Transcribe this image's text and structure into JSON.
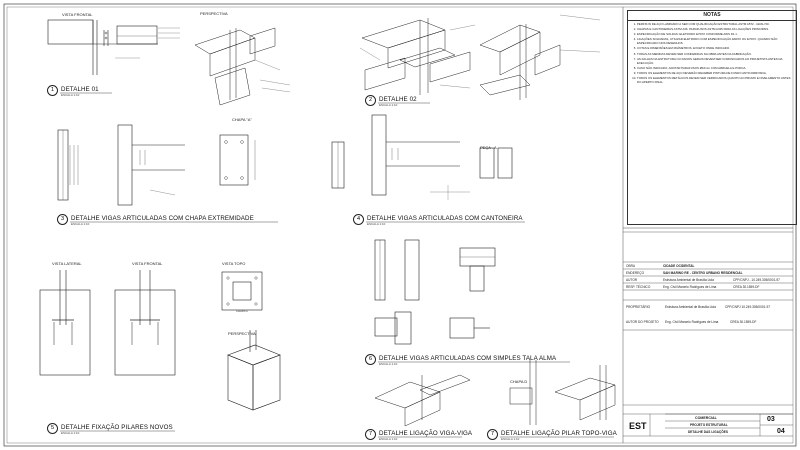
{
  "details": [
    {
      "num": "1",
      "title": "DETALHE 01",
      "scale": "ESCALA 1:10"
    },
    {
      "num": "2",
      "title": "DETALHE 02",
      "scale": "ESCALA 1:10"
    },
    {
      "num": "3",
      "title": "DETALHE VIGAS ARTICULADAS COM CHAPA EXTREMIDADE",
      "scale": "ESCALA 1:10"
    },
    {
      "num": "4",
      "title": "DETALHE VIGAS ARTICULADAS COM CANTONEIRA",
      "scale": "ESCALA 1:10"
    },
    {
      "num": "5",
      "title": "DETALHE FIXAÇÃO PILARES NOVOS",
      "scale": "ESCALA 1:10"
    },
    {
      "num": "6",
      "title": "DETALHE VIGAS ARTICULADAS COM SIMPLES TALA ALMA",
      "scale": "ESCALA 1:10"
    },
    {
      "num": "7",
      "title": "DETALHE LIGAÇÃO VIGA-VIGA",
      "scale": "ESCALA 1:10"
    },
    {
      "num": "7",
      "title": "DETALHE LIGAÇÃO PILAR TOPO-VIGA",
      "scale": "ESCALA 1:10"
    }
  ],
  "views": {
    "vista_frontal": "VISTA FRONTAL",
    "perspectiva": "PERSPECTIVA",
    "chapa_a": "CHAPA \"A\"",
    "peca_a": "PEÇA - A",
    "vista_lateral": "VISTA LATERAL",
    "vista_frontal_2": "VISTA FRONTAL",
    "vista_topo": "VISTA TOPO",
    "perspectiva_2": "PERSPECTIVA",
    "chapa_d": "CHAPA D",
    "chapa_c": "CHAPA C"
  },
  "notes": {
    "header": "NOTAS",
    "items": [
      "PERFIS W DE AÇO LAMINADO A SER COM QUALIFICAÇÃO ESTRUTURAL ASTM A572 - GRAU 50.",
      "CHAPAS E CANTONEIRAS ASTM A36. PARAFUSOS ASTM A325 PARA AS LIGAÇÕES PRINCIPAIS.",
      "ESPECIFICAÇÃO DE SOLDAS: ELETRODO E70XX CONFORME AWS D1.1.",
      "LIGAÇÕES SOLDADAS, UTILIZAR ELETRODO COM ESPECIFICAÇÃO E60XX OU E70XX. QUANDO NÃO ESPECIFICADO NOS DESENHOS.",
      "COTAS E DIMENSÕES EM MILÍMETROS, EXCETO ONDE INDICADO.",
      "TODAS AS MEDIDAS DEVEM SER CONFERIDAS NA OBRA ANTES DA FABRICAÇÃO.",
      "AS FALHAS NA ESTRUTURA OU DANOS GERAIS DEVEM SER COMUNICADOS AO PROJETISTA ANTES DA EXECUÇÃO.",
      "CASO NÃO INDICADO, ADOTAR PARAFUSOS Ø16mm COM ARRUELA E PORCA.",
      "TODOS OS ELEMENTOS DE AÇO DEVERÃO RECEBER PINTURA DE FUNDO ANTICORROSIVA.",
      "TODOS OS ELEMENTOS METÁLICOS DEVEM SER VERIFICADOS QUANTO AO PRUMO E NIVELAMENTO ANTES DO APERTO FINAL."
    ]
  },
  "title_block": {
    "rows": [
      {
        "label": "OBRA",
        "value": "CIDADE OCIDENTAL"
      },
      {
        "label": "ENDEREÇO",
        "value": "SAN MARINO RE - CENTRO URBANO RESIDENCIAL"
      },
      {
        "label": "AUTOR",
        "value": "Estrutura Ambiental de Brasília Ltda",
        "extra": "CPF/CNPJ - 10.249.305/0001-97"
      },
      {
        "label": "RESP. TÉCNICO",
        "value": "Eng. Civil Marcelo Rodrigues de Lima",
        "extra": "CREA 30.1559-DF"
      }
    ],
    "rows2": [
      {
        "label": "PROPRIETÁRIO",
        "value": "Estrutura Ambiental de Brasília Ltda",
        "extra": "CPF/CNPJ 10.249.305/0001-97"
      },
      {
        "label": "AUTOR DO PROJETO",
        "value": "Eng. Civil Marcelo Rodrigues de Lima",
        "extra": "CREA 30.1559-DF"
      }
    ],
    "discipline": "EST",
    "project": "COMERCIAL",
    "project_type": "PROJETO ESTRUTURAL",
    "sheet_title": "DETALHE DAS LIGAÇÕES",
    "sheet_no": "03",
    "sheet_total": "04"
  }
}
